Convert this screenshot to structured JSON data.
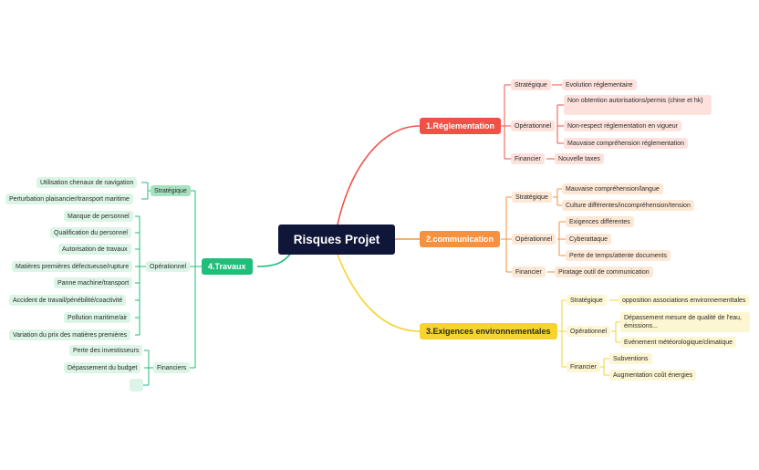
{
  "root": {
    "label": "Risques Projet"
  },
  "colors": {
    "root": "#0f1638",
    "reglementation": "#f25047",
    "communication": "#f5913f",
    "environnement": "#f7d32f",
    "travaux": "#1fbf7a"
  },
  "branches": {
    "reglementation": {
      "label": "1.Réglementation",
      "strategique": {
        "label": "Stratégique",
        "items": [
          "Evolution réglementaire"
        ]
      },
      "operationnel": {
        "label": "Opérationnel",
        "items": [
          "Non obtention autorisations/permis (chine et hk)",
          "Non-respect réglementation en vigueur",
          "Mauvaise compréhension réglementation"
        ]
      },
      "financier": {
        "label": "Financier",
        "items": [
          "Nouvelle taxes"
        ]
      }
    },
    "communication": {
      "label": "2.communication",
      "strategique": {
        "label": "Stratégique",
        "items": [
          "Mauvaise compréhension/langue",
          "Culture différentes/incompréhension/tension"
        ]
      },
      "operationnel": {
        "label": "Opérationnel",
        "items": [
          "Exigences différentes",
          "Cyberattaque",
          "Perte de temps/attente documents"
        ]
      },
      "financier": {
        "label": "Financier",
        "items": [
          "Piratage outil de communication"
        ]
      }
    },
    "environnement": {
      "label": "3.Exigences environnementales",
      "strategique": {
        "label": "Stratégique",
        "items": [
          "opposition associations environnementtales"
        ]
      },
      "operationnel": {
        "label": "Opérationnel",
        "items": [
          "Dépassement mesure de qualité de l'eau, émissions...",
          "Evénement  météorologique/climatique"
        ]
      },
      "financier": {
        "label": "Financier",
        "items": [
          "Subventions",
          "Augmentation coût énergies"
        ]
      }
    },
    "travaux": {
      "label": "4.Travaux",
      "strategique": {
        "label": "Stratégique",
        "items": [
          "Utilisation chenaux de navigation",
          "Perturbation plaisancier/transport maritime"
        ]
      },
      "operationnel": {
        "label": "Opérationnel",
        "items": [
          "Manque de personnel",
          "Qualification du personnel",
          "Autorisation de travaux",
          "Matières premières défectueuse/rupture",
          "Panne machine/transport",
          "Accident de travail/pénébilité/coactivité",
          "Pollution maritime/air",
          "Variation du prix des matières premières"
        ]
      },
      "financiers": {
        "label": "Financiers",
        "items": [
          "Perte des investisseurs",
          "Dépassement du budget",
          ""
        ]
      }
    }
  }
}
